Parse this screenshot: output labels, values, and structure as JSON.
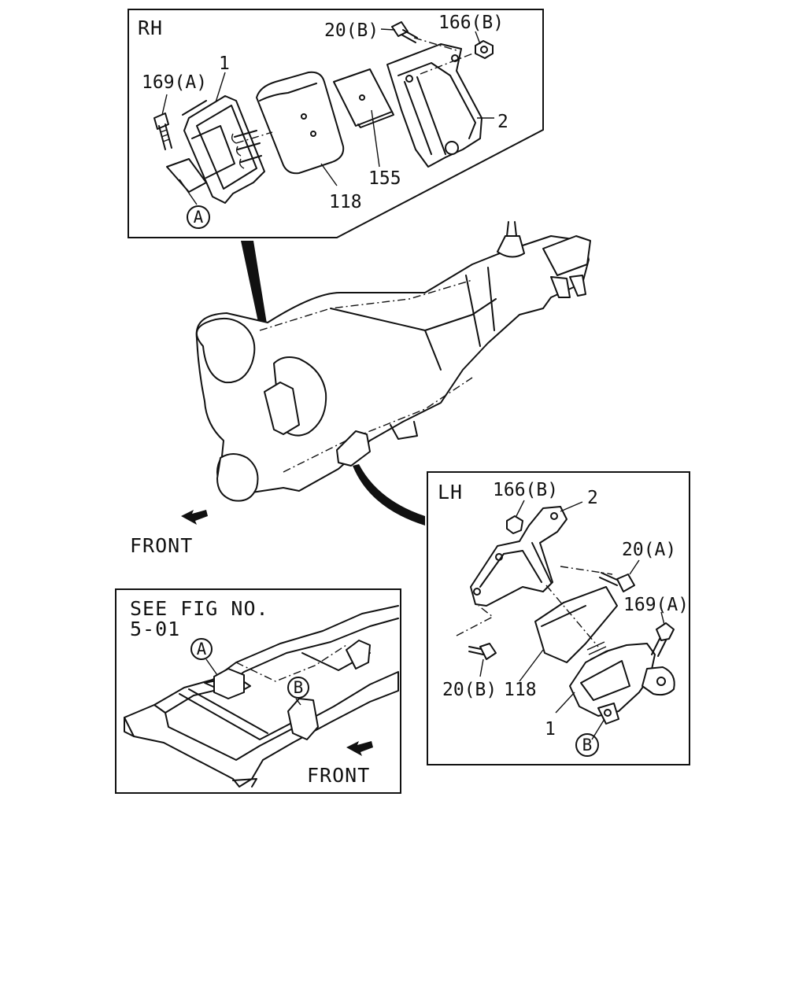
{
  "rh_panel": {
    "title": "RH",
    "labels": {
      "bolt_20b": "20(B)",
      "nut_166b": "166(B)",
      "bolt_169a": "169(A)",
      "bracket_1": "1",
      "bracket_2": "2",
      "insulator_118": "118",
      "plate_155": "155",
      "ref_a": "A"
    }
  },
  "lh_panel": {
    "title": "LH",
    "labels": {
      "nut_166b": "166(B)",
      "bracket_2": "2",
      "bolt_20a": "20(A)",
      "bolt_169a": "169(A)",
      "bolt_20b": "20(B)",
      "insulator_118": "118",
      "bracket_1": "1",
      "ref_b": "B"
    }
  },
  "engine_view": {
    "front_label": "FRONT"
  },
  "frame_panel": {
    "see_line1": "SEE FIG NO.",
    "see_line2": "5-01",
    "ref_a": "A",
    "ref_b": "B",
    "front_label": "FRONT"
  }
}
